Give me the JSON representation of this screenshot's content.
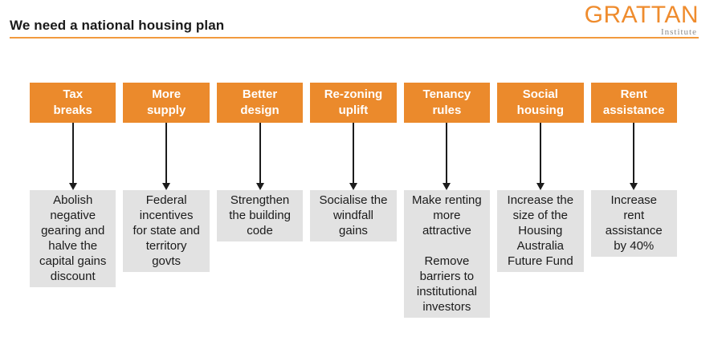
{
  "title": "We need a national housing plan",
  "logo": {
    "wordmark": "GRATTAN",
    "subtitle": "Institute"
  },
  "colors": {
    "box_orange": "#EB8A2C",
    "rule_orange": "#F29A3D",
    "detail_gray": "#E2E2E2",
    "arrow_black": "#1c1c1c"
  },
  "columns": [
    {
      "header": "Tax\nbreaks",
      "detail": "Abolish\nnegative\ngearing and\nhalve the\ncapital gains\ndiscount"
    },
    {
      "header": "More\nsupply",
      "detail": "Federal\nincentives\nfor state and\nterritory\ngovts"
    },
    {
      "header": "Better\ndesign",
      "detail": "Strengthen\nthe building\ncode"
    },
    {
      "header": "Re-zoning\nuplift",
      "detail": "Socialise the\nwindfall\ngains"
    },
    {
      "header": "Tenancy\nrules",
      "detail": "Make renting\nmore\nattractive\n\nRemove\nbarriers to\ninstitutional\ninvestors"
    },
    {
      "header": "Social\nhousing",
      "detail": "Increase the\nsize of the\nHousing\nAustralia\nFuture Fund"
    },
    {
      "header": "Rent\nassistance",
      "detail": "Increase\nrent\nassistance\nby 40%"
    }
  ]
}
